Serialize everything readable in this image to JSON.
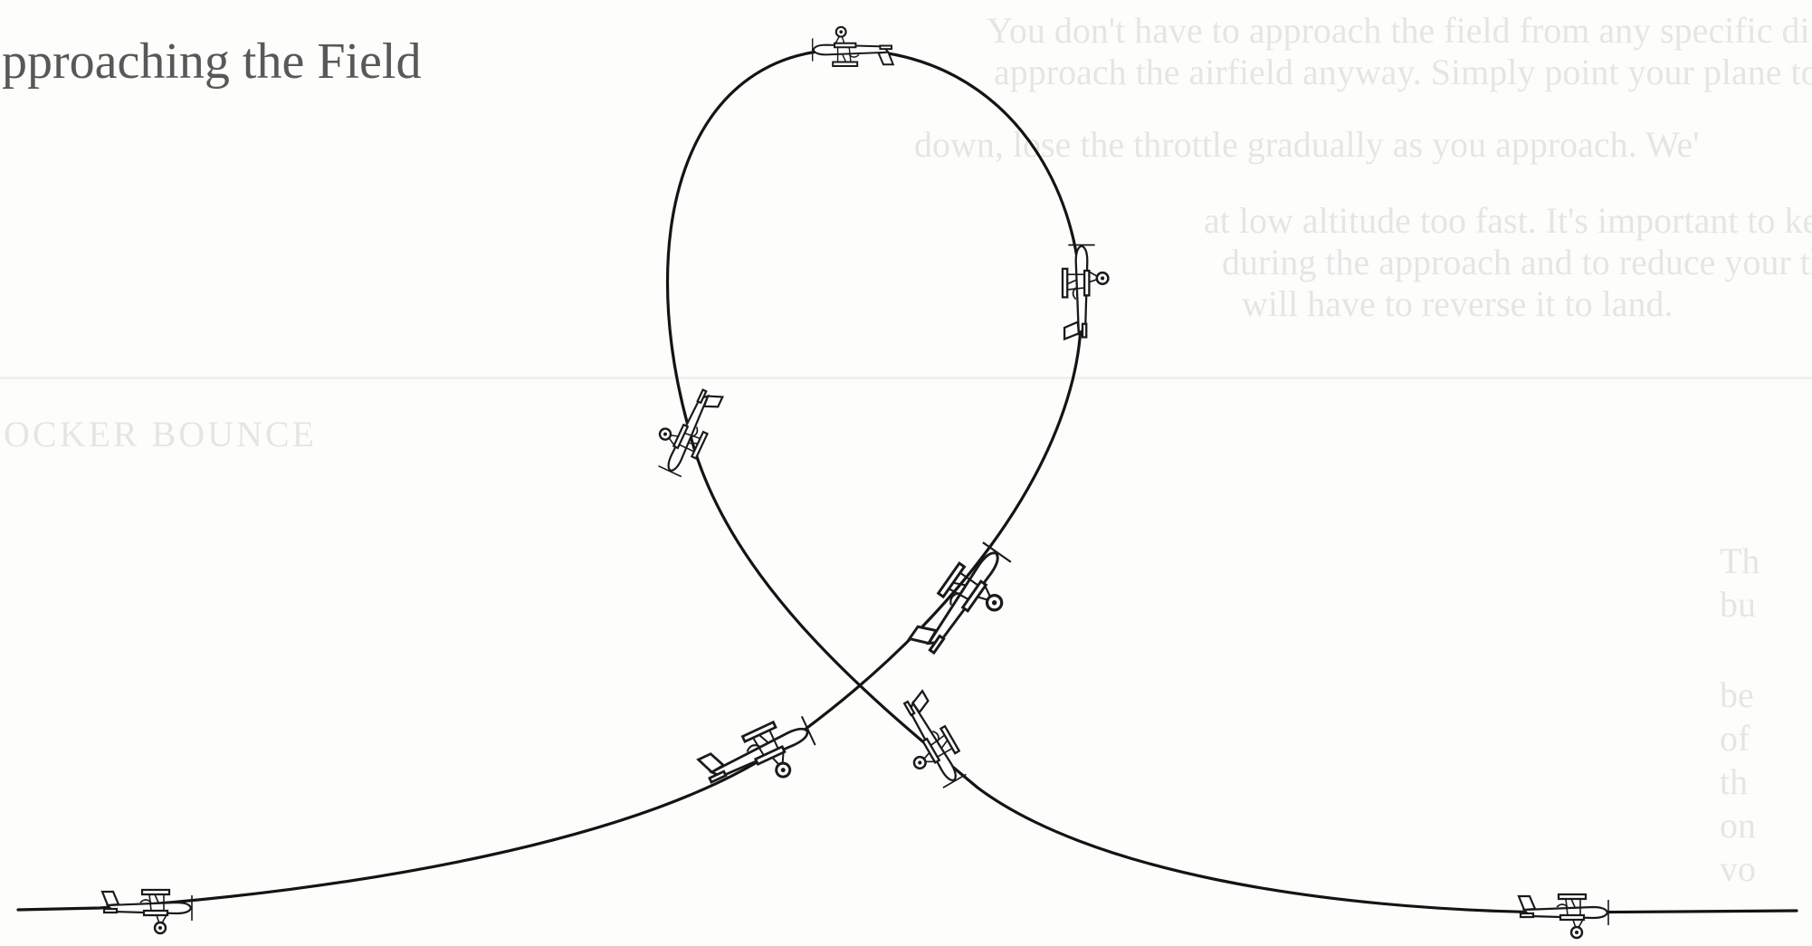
{
  "figure": {
    "subject": "loop maneuver",
    "line_color": "#141414",
    "plane_fill": "#ffffff",
    "plane_stroke": "#1a1a1a",
    "background": "#fdfdfc"
  },
  "bleed_through": {
    "heading": "pproaching the Field",
    "line1": "You don't have to approach the field from any specific di",
    "line2": "approach the airfield anyway. Simply point your plane towar",
    "line3": "down, lose the throttle gradually as you approach. We'",
    "line4": "at low altitude too fast. It's important to keep the nose",
    "line5": "during the approach and to reduce your throttle with the",
    "line6": "will have to reverse it to land.",
    "subheading": "OCKER BOUNCE",
    "right1": "Th",
    "right2": "bu",
    "right3": "be",
    "right4": "of",
    "right5": "th",
    "right6": "on",
    "right7": "vo"
  },
  "planes": [
    {
      "name": "plane-entry-left",
      "angle": 0
    },
    {
      "name": "plane-climb-1",
      "angle": -25
    },
    {
      "name": "plane-climb-2",
      "angle": -55
    },
    {
      "name": "plane-climb-3",
      "angle": -90
    },
    {
      "name": "plane-inverted-top",
      "angle": 180
    },
    {
      "name": "plane-descend-1",
      "angle": 115
    },
    {
      "name": "plane-descend-2",
      "angle": 60
    },
    {
      "name": "plane-exit-right",
      "angle": 0
    }
  ]
}
